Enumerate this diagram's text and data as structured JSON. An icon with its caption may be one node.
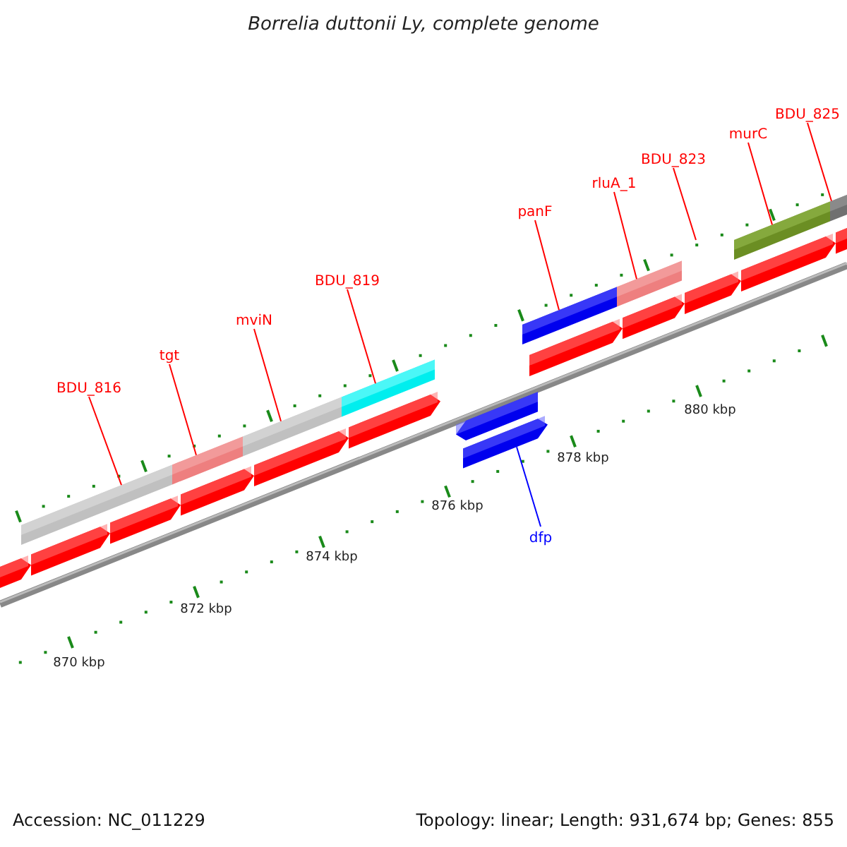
{
  "diagram": {
    "title": "Borrelia duttonii Ly, complete genome",
    "nodes": [
      {
        "text": [
          "BDU_816"
        ]
      },
      {
        "text": [],
        "shape": "bar"
      },
      {
        "text": [
          "tgt"
        ]
      },
      {
        "text": [],
        "shape": "bar"
      },
      {
        "text": [
          "mviN"
        ]
      },
      {
        "text": [],
        "shape": "bar"
      },
      {
        "text": [
          "BDU_819"
        ]
      },
      {
        "text": [],
        "shape": "bar"
      },
      {
        "text": [
          "panF"
        ]
      },
      {
        "text": [],
        "shape": "bar"
      },
      {
        "text": [
          "rluA_1"
        ]
      },
      {
        "text": [],
        "shape": "bar"
      },
      {
        "text": [
          "BDU_823"
        ]
      },
      {
        "text": [
          "murC"
        ]
      },
      {
        "text": [],
        "shape": "bar"
      },
      {
        "text": [
          "BDU_825"
        ]
      },
      {
        "text": [],
        "shape": "bar"
      },
      {
        "text": [
          "dfp"
        ]
      },
      {
        "text": [],
        "shape": "bar"
      }
    ],
    "edges": [
      {
        "from": 0,
        "to": 1,
        "arrow": "none"
      },
      {
        "from": 2,
        "to": 3,
        "arrow": "none"
      },
      {
        "from": 4,
        "to": 5,
        "arrow": "none"
      },
      {
        "from": 6,
        "to": 7,
        "arrow": "none"
      },
      {
        "from": 8,
        "to": 9,
        "arrow": "none"
      },
      {
        "from": 10,
        "to": 11,
        "arrow": "none"
      },
      {
        "from": 12,
        "to": null,
        "arrow": "none"
      },
      {
        "from": 13,
        "to": 14,
        "arrow": "none"
      },
      {
        "from": 15,
        "to": 16,
        "arrow": "none"
      },
      {
        "from": 17,
        "to": 18,
        "arrow": "none",
        "color": "#0000ff"
      }
    ],
    "labels": [
      "870 kbp",
      "872 kbp",
      "874 kbp",
      "876 kbp",
      "878 kbp",
      "880 kbp",
      "Accession: NC_011229",
      "Topology: linear; Length: 931,674 bp; Genes: 855"
    ]
  }
}
